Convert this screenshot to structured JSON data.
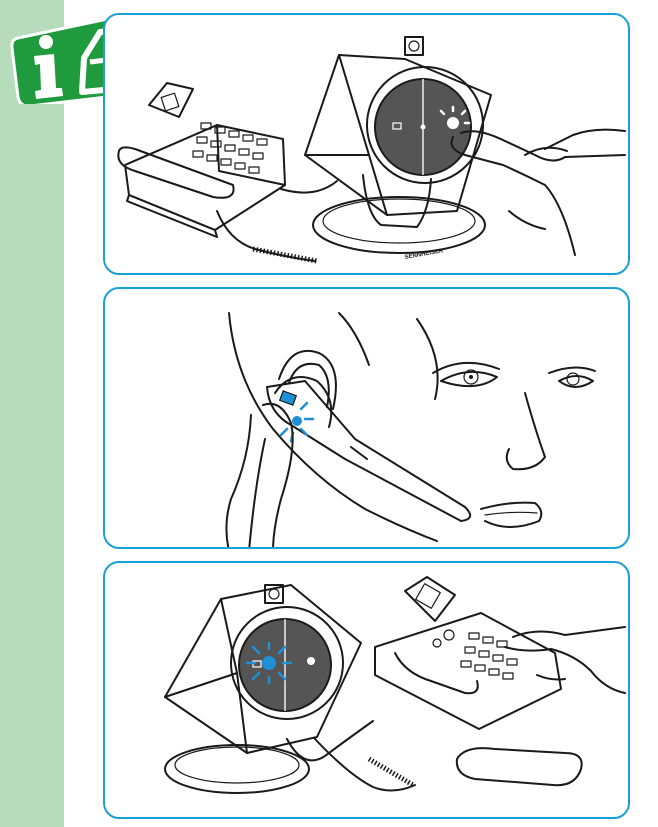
{
  "sidebar": {
    "color": "#b6dcbc"
  },
  "info_badge": {
    "icon": "info-phone-icon",
    "color": "#1f9a3c"
  },
  "panel_border_color": "#1aa0d8",
  "panels": [
    {
      "illustration": "base-station-and-desk-phone-pressing-phone-button"
    },
    {
      "illustration": "headset-on-ear-pressing-link-button"
    },
    {
      "illustration": "base-station-with-flashing-button-and-desk-phone"
    }
  ],
  "brand_mark": "SENNHEISER"
}
